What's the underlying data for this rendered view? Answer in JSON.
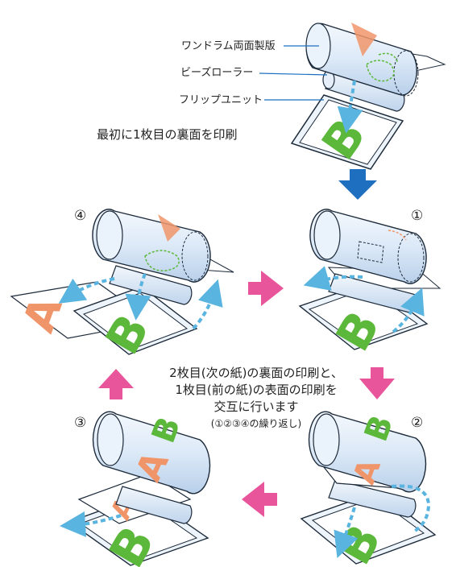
{
  "labels": {
    "drum": "ワンドラム両面製版",
    "roller": "ビーズローラー",
    "flip": "フリップユニット",
    "first_print": "最初に1枚目の裏面を印刷"
  },
  "steps": {
    "s1": "①",
    "s2": "②",
    "s3": "③",
    "s4": "④"
  },
  "letters": {
    "a": "A",
    "b": "B"
  },
  "center_text": {
    "line1": "2枚目(次の紙)の裏面の印刷と、",
    "line2": "1枚目(前の紙)の表面の印刷を",
    "line3": "交互に行います",
    "line4": "(①②③④の繰り返し)"
  },
  "colors": {
    "blue_arrow": "#1e6fc0",
    "pink_arrow": "#e8559a",
    "drum_fill": "#dce9f7",
    "green": "#5cb83a",
    "orange": "#f0956a",
    "cyan_arrow": "#5ab4e0"
  }
}
